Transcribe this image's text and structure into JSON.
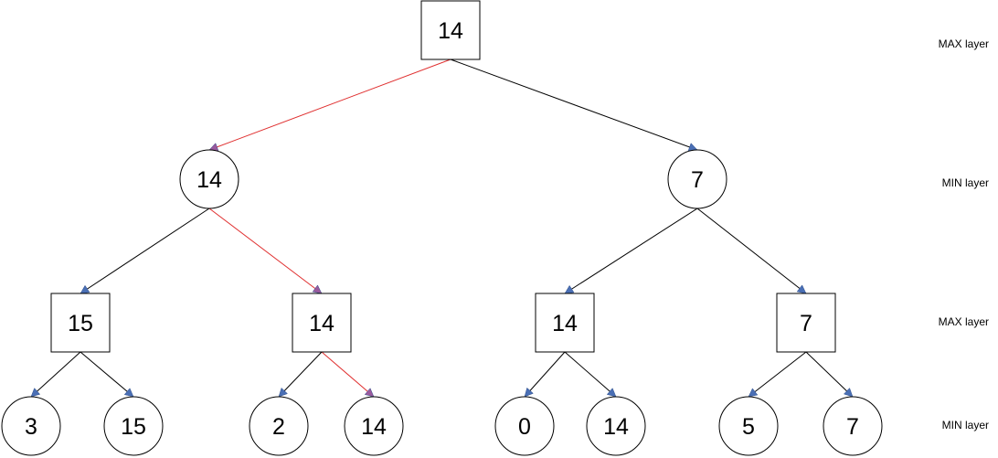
{
  "colors": {
    "edge_default": "#000000",
    "edge_highlight": "#e03030",
    "arrowhead": "#4a6fb5",
    "arrowhead_highlight": "#9a5a9e",
    "node_stroke": "#000000",
    "node_fill": "#ffffff"
  },
  "layers": [
    {
      "label": "MAX layer"
    },
    {
      "label": "MIN layer"
    },
    {
      "label": "MAX layer"
    },
    {
      "label": "MIN layer"
    }
  ],
  "nodes": [
    {
      "id": "root",
      "value": "14",
      "shape": "square",
      "layer": 0
    },
    {
      "id": "min-left",
      "value": "14",
      "shape": "circle",
      "layer": 1
    },
    {
      "id": "min-right",
      "value": "7",
      "shape": "circle",
      "layer": 1
    },
    {
      "id": "max-1",
      "value": "15",
      "shape": "square",
      "layer": 2
    },
    {
      "id": "max-2",
      "value": "14",
      "shape": "square",
      "layer": 2
    },
    {
      "id": "max-3",
      "value": "14",
      "shape": "square",
      "layer": 2
    },
    {
      "id": "max-4",
      "value": "7",
      "shape": "square",
      "layer": 2
    },
    {
      "id": "leaf-1",
      "value": "3",
      "shape": "circle",
      "layer": 3
    },
    {
      "id": "leaf-2",
      "value": "15",
      "shape": "circle",
      "layer": 3
    },
    {
      "id": "leaf-3",
      "value": "2",
      "shape": "circle",
      "layer": 3
    },
    {
      "id": "leaf-4",
      "value": "14",
      "shape": "circle",
      "layer": 3
    },
    {
      "id": "leaf-5",
      "value": "0",
      "shape": "circle",
      "layer": 3
    },
    {
      "id": "leaf-6",
      "value": "14",
      "shape": "circle",
      "layer": 3
    },
    {
      "id": "leaf-7",
      "value": "5",
      "shape": "circle",
      "layer": 3
    },
    {
      "id": "leaf-8",
      "value": "7",
      "shape": "circle",
      "layer": 3
    }
  ],
  "edges": [
    {
      "from": "root",
      "to": "min-left",
      "highlight": true
    },
    {
      "from": "root",
      "to": "min-right",
      "highlight": false
    },
    {
      "from": "min-left",
      "to": "max-1",
      "highlight": false
    },
    {
      "from": "min-left",
      "to": "max-2",
      "highlight": true
    },
    {
      "from": "min-right",
      "to": "max-3",
      "highlight": false
    },
    {
      "from": "min-right",
      "to": "max-4",
      "highlight": false
    },
    {
      "from": "max-1",
      "to": "leaf-1",
      "highlight": false
    },
    {
      "from": "max-1",
      "to": "leaf-2",
      "highlight": false
    },
    {
      "from": "max-2",
      "to": "leaf-3",
      "highlight": false
    },
    {
      "from": "max-2",
      "to": "leaf-4",
      "highlight": true
    },
    {
      "from": "max-3",
      "to": "leaf-5",
      "highlight": false
    },
    {
      "from": "max-3",
      "to": "leaf-6",
      "highlight": false
    },
    {
      "from": "max-4",
      "to": "leaf-7",
      "highlight": false
    },
    {
      "from": "max-4",
      "to": "leaf-8",
      "highlight": false
    }
  ]
}
